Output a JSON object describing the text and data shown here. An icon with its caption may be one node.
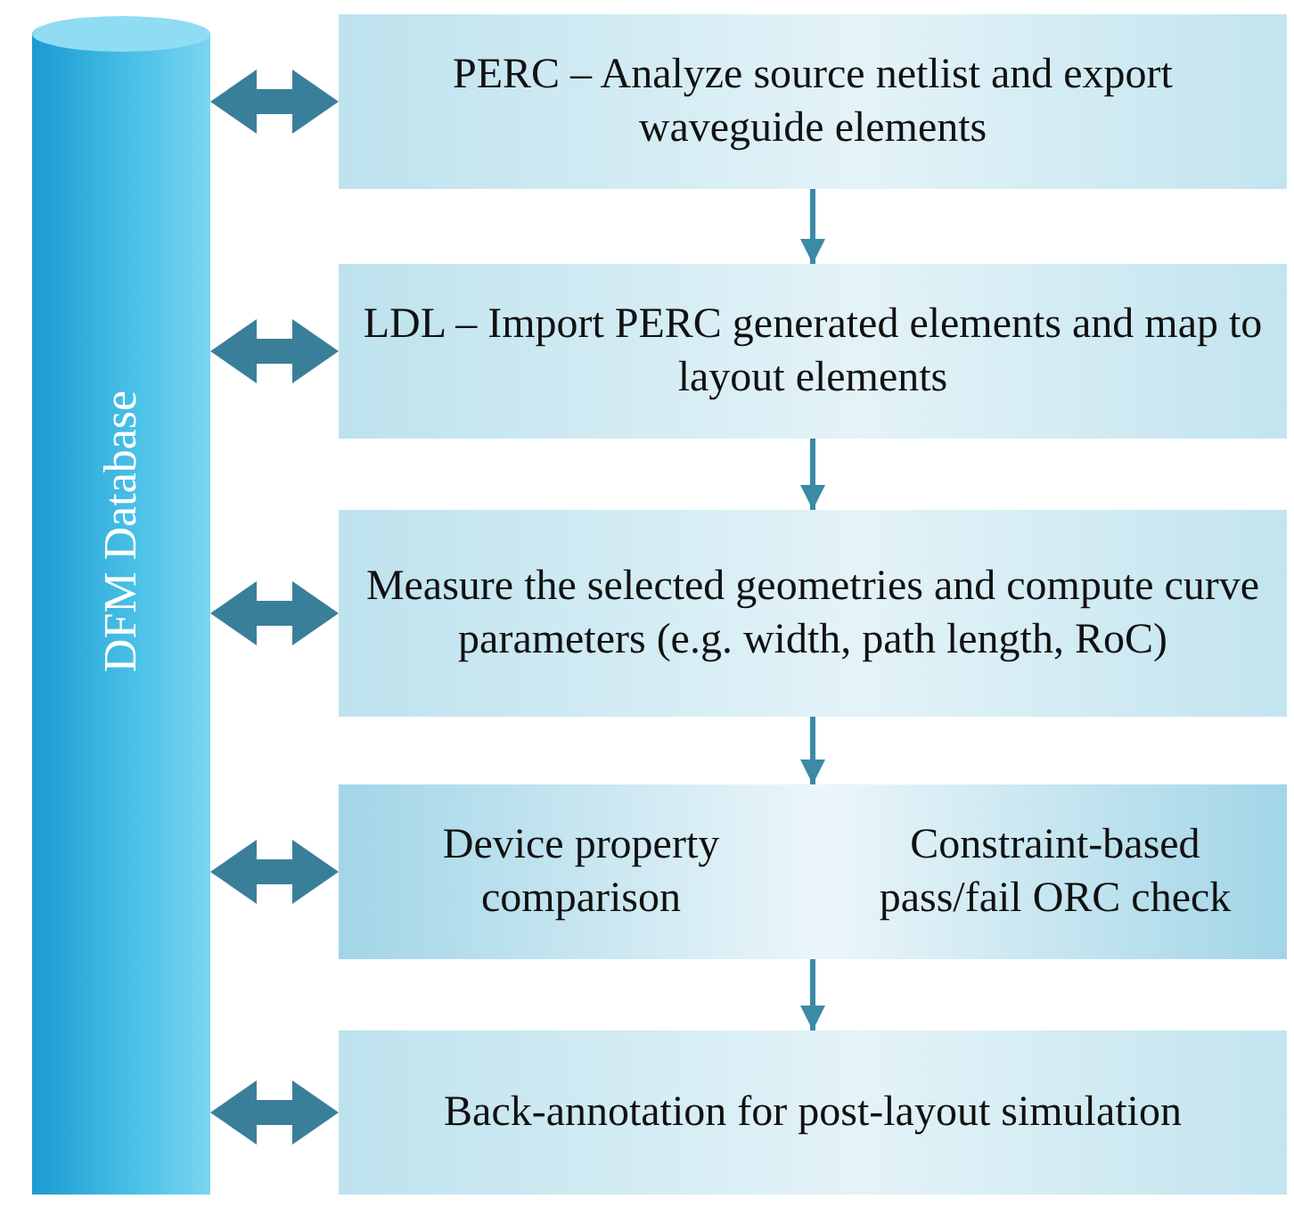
{
  "diagram": {
    "nodes": [
      {
        "text": [
          "DFM Database"
        ]
      },
      {
        "text": [
          "PERC – Analyze source netlist and export waveguide elements"
        ]
      },
      {
        "text": [
          "LDL – Import PERC generated elements and map to layout elements"
        ]
      },
      {
        "text": [
          "Measure the selected geometries and compute curve parameters (e.g. width, path length, RoC)"
        ]
      },
      {
        "text": [],
        "shape": "box"
      },
      {
        "text": [
          "Device property comparison"
        ],
        "in": 4
      },
      {
        "text": [
          "Constraint-based pass/fail ORC check"
        ],
        "in": 4
      },
      {
        "text": [
          "Back-annotation for post-layout simulation"
        ]
      }
    ],
    "edges": [
      {
        "from": 0,
        "to": 1,
        "arrow": "both",
        "style": "thick"
      },
      {
        "from": 0,
        "to": 2,
        "arrow": "both",
        "style": "thick"
      },
      {
        "from": 0,
        "to": 3,
        "arrow": "both",
        "style": "thick"
      },
      {
        "from": 0,
        "to": 5,
        "arrow": "both",
        "style": "thick"
      },
      {
        "from": 0,
        "to": 7,
        "arrow": "both",
        "style": "thick"
      },
      {
        "from": 1,
        "to": 2,
        "arrow": "to"
      },
      {
        "from": 2,
        "to": 3,
        "arrow": "to"
      },
      {
        "from": 3,
        "to": 4,
        "arrow": "to"
      },
      {
        "from": 4,
        "to": 7,
        "arrow": "to"
      }
    ]
  }
}
